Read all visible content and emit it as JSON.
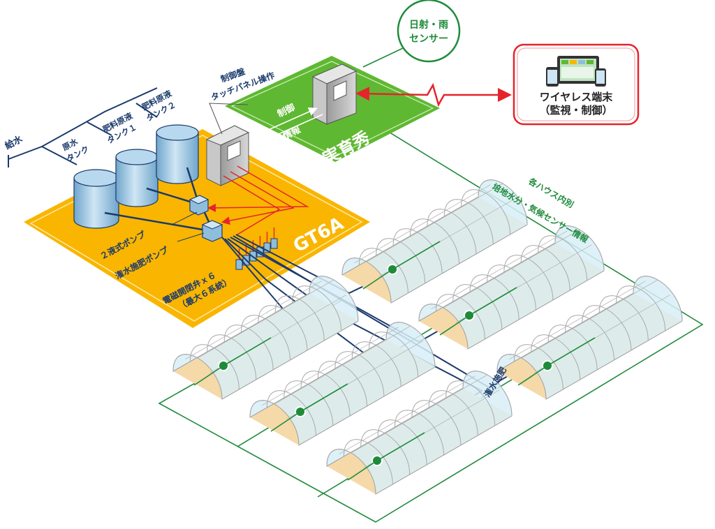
{
  "labels": {
    "water_supply": "給水",
    "raw_tank": [
      "原水",
      "タンク"
    ],
    "fert_tank1": [
      "肥料原液",
      "タンク１"
    ],
    "fert_tank2": [
      "肥料原液",
      "タンク２"
    ],
    "control_panel": [
      "制御盤",
      "タッチパネル操作"
    ],
    "pump_2liquid": "２液式ポンプ",
    "pump_irrigation": "潅水施肥ポンプ",
    "valves": [
      "電磁開閉弁ｘ６",
      "（最大６系統）"
    ],
    "gt6a": "GT6A",
    "jitsuikushu": "実育秀",
    "control": "制御",
    "info": "情報",
    "sensor": [
      "日射・雨",
      "センサー"
    ],
    "wireless": [
      "ワイヤレス端末",
      "（監視・制御）"
    ],
    "house_info": [
      "各ハウス内別",
      "培地水分・気候センサー情報"
    ],
    "irrigation": "潅水施肥"
  },
  "colors": {
    "orange": "#F9B500",
    "orange_light": "#FFD24A",
    "green": "#5FB832",
    "green_dark": "#1E8B3A",
    "navy": "#1B3A6B",
    "red": "#E5242C",
    "tank": "#8FBEDC",
    "greenhouse_glass": "#D8EEF7",
    "greenhouse_floor": "#F5D9A8"
  }
}
